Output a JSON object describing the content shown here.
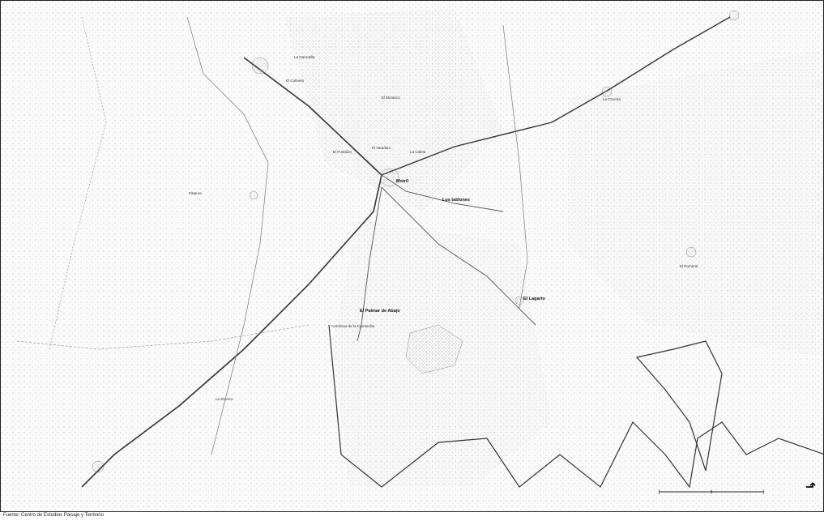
{
  "map": {
    "source_caption": "Fuente: Centro de Estudios Paisaje y Territorio",
    "labels": [
      {
        "id": "motril",
        "text": "Motril",
        "town": true
      },
      {
        "id": "los-tablones",
        "text": "Los tablones",
        "town": true
      },
      {
        "id": "el-varadero",
        "text": "El Varadero",
        "town": false
      },
      {
        "id": "el-canuelo",
        "text": "El Cañuelo",
        "town": false
      },
      {
        "id": "la-garnatilla",
        "text": "La Garnatilla",
        "town": false
      },
      {
        "id": "el-puntalon",
        "text": "El Puntalón",
        "town": false
      },
      {
        "id": "la-caleta",
        "text": "La Caleta",
        "town": false
      },
      {
        "id": "el-palmar",
        "text": "El Palmar de Abajo",
        "town": true
      },
      {
        "id": "el-lagarto",
        "text": "El Lagarto",
        "town": true
      },
      {
        "id": "carchuna",
        "text": "Carchuna de la Carrascilla",
        "town": false
      },
      {
        "id": "la-chucha",
        "text": "La Chucha",
        "town": false
      },
      {
        "id": "el-romeral",
        "text": "El Romeral",
        "town": false
      },
      {
        "id": "pataura",
        "text": "Pataura",
        "town": false
      },
      {
        "id": "la-zorrera",
        "text": "La Zorrera",
        "town": false
      },
      {
        "id": "el-moranco",
        "text": "El Moranco",
        "town": false
      }
    ]
  }
}
